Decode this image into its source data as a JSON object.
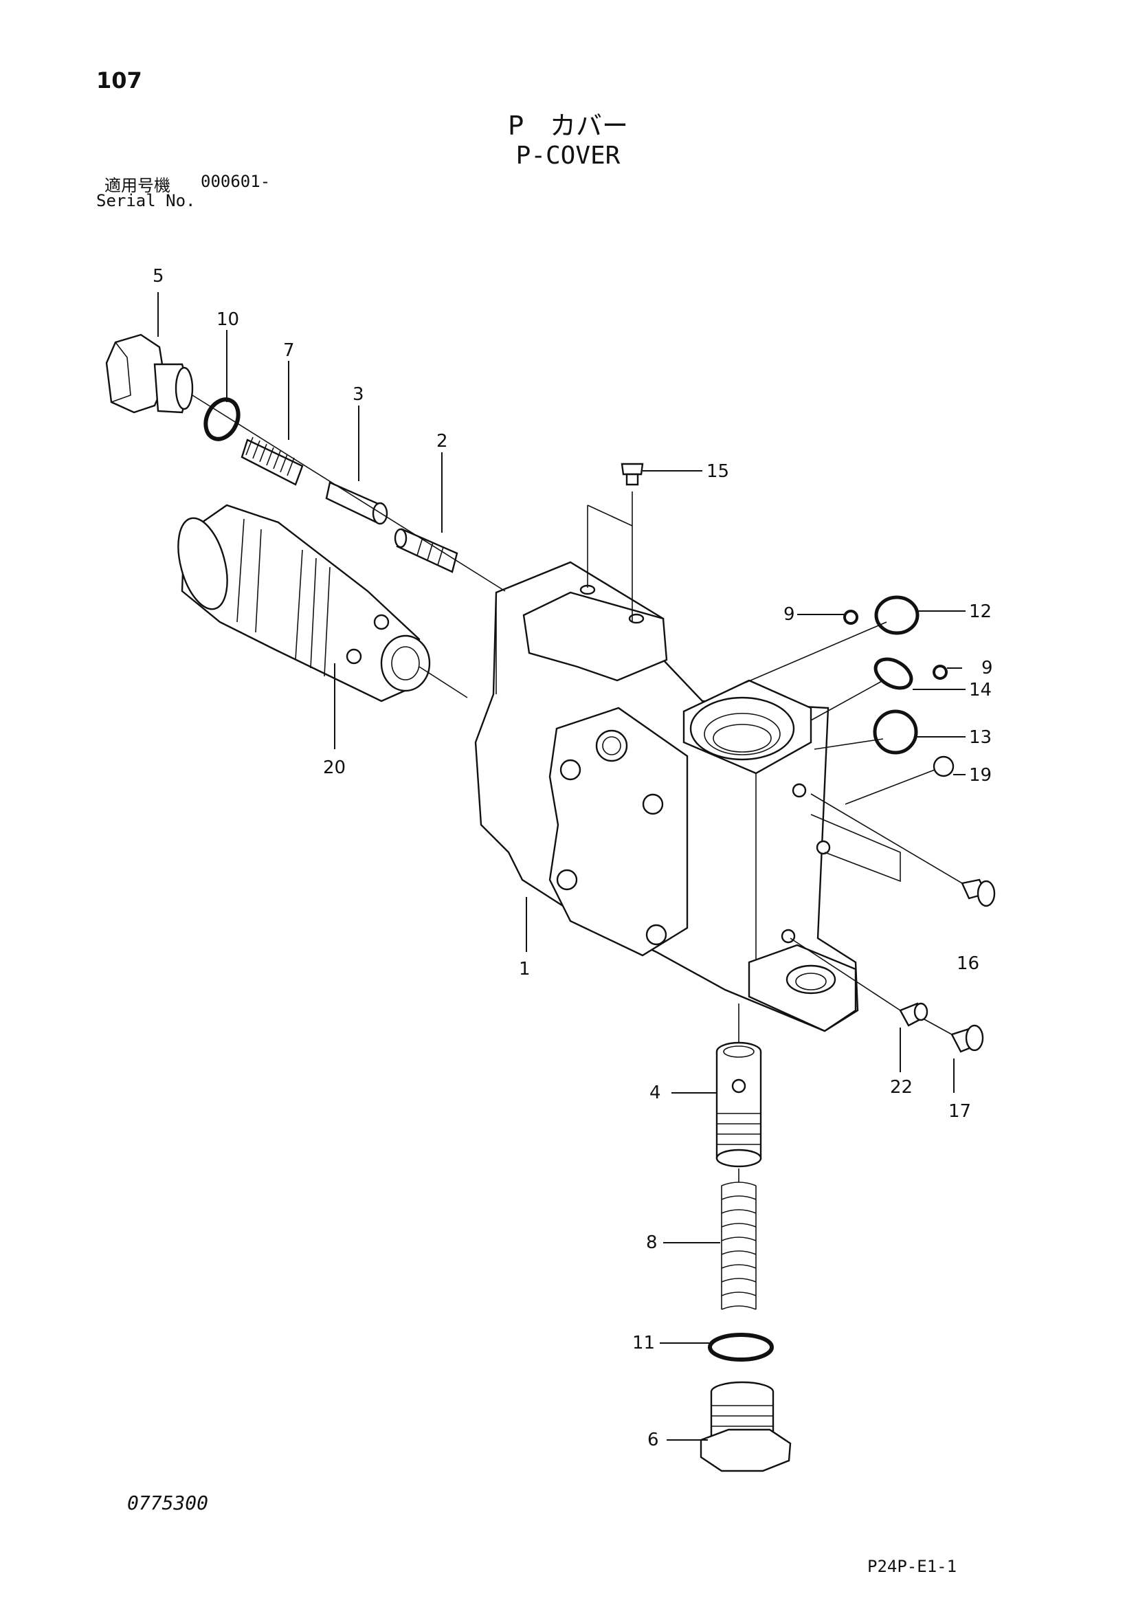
{
  "page": {
    "number": "107",
    "title_ja": "P　カバー",
    "title_en": "P-COVER",
    "serial_label_ja": "適用号機",
    "serial_value": "000601-",
    "serial_label_en": "Serial No.",
    "document_code": "0775300",
    "figure_code": "P24P-E1-1"
  },
  "callouts": [
    "1",
    "2",
    "3",
    "4",
    "5",
    "6",
    "7",
    "8",
    "9",
    "9",
    "10",
    "11",
    "12",
    "13",
    "14",
    "15",
    "16",
    "17",
    "19",
    "20",
    "22"
  ]
}
